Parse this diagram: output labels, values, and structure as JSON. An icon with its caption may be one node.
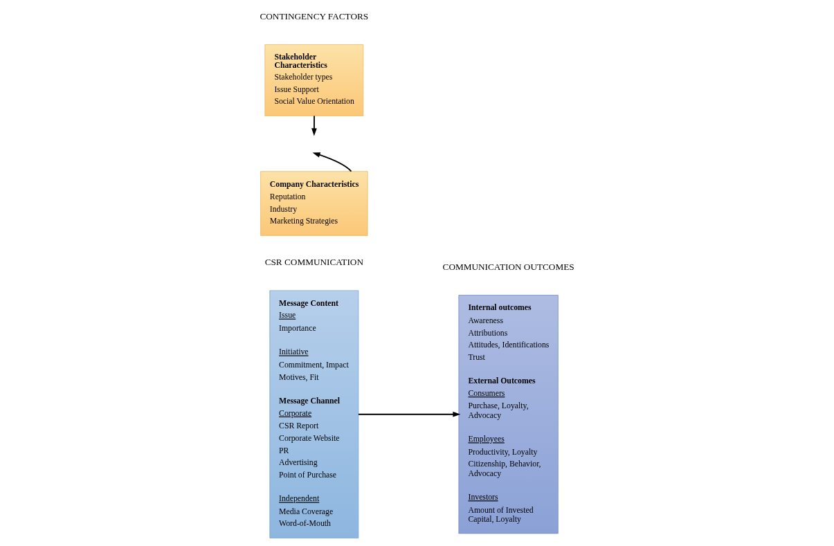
{
  "diagram": {
    "nodes": [
      {
        "text": [
          "Message Content",
          "Issue",
          "Importance",
          "Initiative",
          "Commitment, Impact",
          "Motives, Fit",
          "Message Channel",
          "Corporate",
          "CSR Report",
          "Corporate Website",
          "PR",
          "Advertising",
          "Point of Purchase",
          "Independent",
          "Media Coverage",
          "Word-of-Mouth"
        ]
      },
      {
        "text": [
          "Stakeholder Characteristics",
          "Stakeholder types",
          "Issue Support",
          "Social Value Orientation"
        ]
      },
      {
        "text": [
          "Company Characteristics",
          "Reputation",
          "Industry",
          "Marketing Strategies"
        ]
      },
      {
        "text": [
          "Internal outcomes",
          "Awareness",
          "Attributions",
          "Attitudes, Identifications",
          "Trust",
          "External Outcomes",
          "Consumers",
          "Purchase, Loyalty, Advocacy",
          "Employees",
          "Productivity, Loyalty",
          "Citizenship, Behavior, Advocacy",
          "Investors",
          "Amount of Invested Capital, Loyalty"
        ]
      }
    ],
    "edges": [
      {
        "from": 0,
        "to": 3,
        "arrow": "to"
      },
      {
        "from": 1,
        "to": null,
        "arrow": "to"
      },
      {
        "from": 2,
        "to": null,
        "arrow": "to"
      }
    ],
    "labels": [
      "CSR COMMUNICATION",
      "CONTINGENCY FACTORS",
      "COMMUNICATION OUTCOMES"
    ]
  }
}
